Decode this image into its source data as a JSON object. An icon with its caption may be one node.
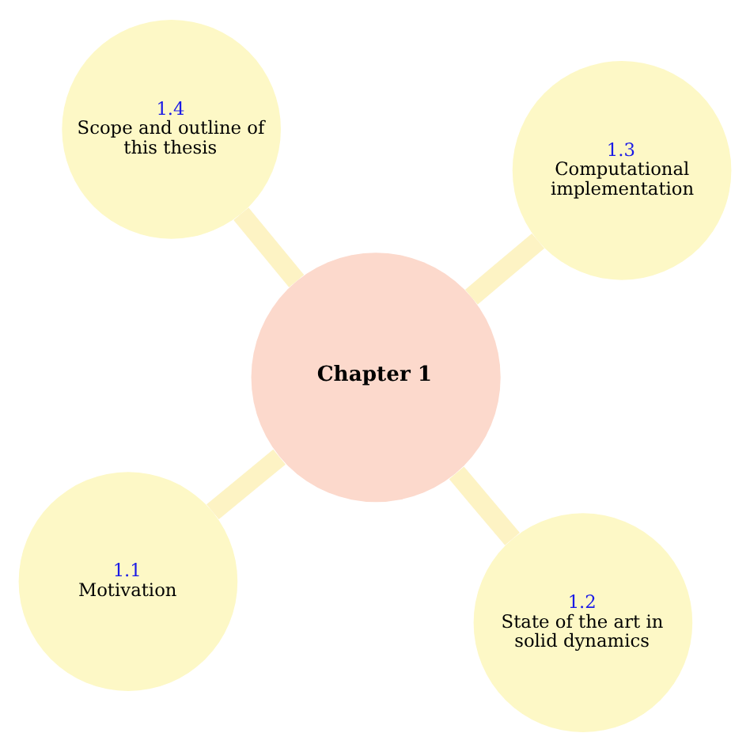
{
  "diagram": {
    "nodes": [
      {
        "text": [
          "1.1",
          "Motivation"
        ]
      },
      {
        "text": [
          "1.2",
          "State of the art in solid dynamics"
        ]
      },
      {
        "text": [
          "Chapter 1"
        ]
      },
      {
        "text": [
          "1.4",
          "Scope and outline of this thesis"
        ]
      },
      {
        "text": [
          "1.3",
          "Computational implementation"
        ]
      }
    ],
    "edges": [
      {
        "from": 2,
        "to": 0,
        "arrow": "none"
      },
      {
        "from": 2,
        "to": 1,
        "arrow": "none"
      },
      {
        "from": 2,
        "to": 3,
        "arrow": "none"
      },
      {
        "from": 2,
        "to": 4,
        "arrow": "none"
      }
    ]
  }
}
